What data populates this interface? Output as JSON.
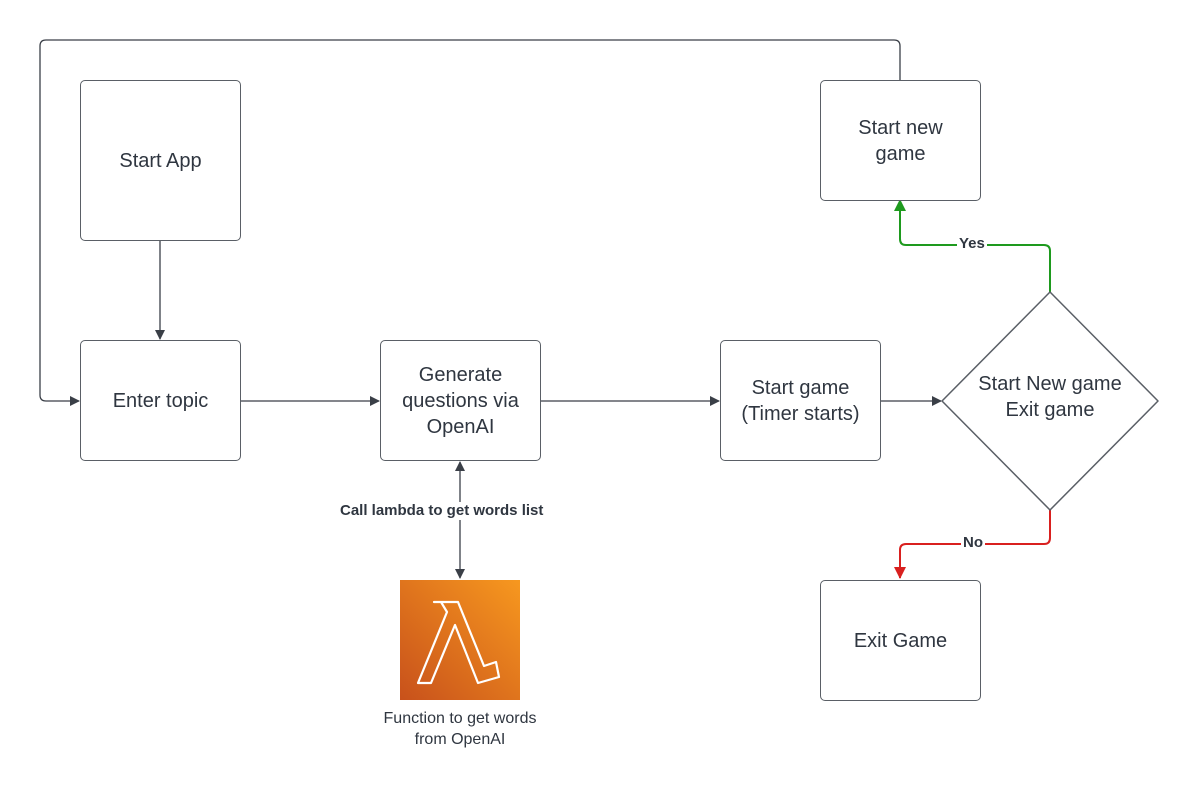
{
  "nodes": {
    "start_app": "Start App",
    "enter_topic": "Enter topic",
    "generate_questions": "Generate\nquestions via\nOpenAI",
    "start_game": "Start game\n(Timer starts)",
    "decision": "Start New game\nExit game",
    "start_new_game": "Start new\ngame",
    "exit_game": "Exit Game"
  },
  "edges": {
    "lambda_call": "Call lambda to get words list",
    "yes": "Yes",
    "no": "No"
  },
  "lambda": {
    "caption": "Function to get words\nfrom OpenAI",
    "icon": "aws-lambda-icon",
    "color_top": "#f7981f",
    "color_bottom": "#c8511b"
  },
  "colors": {
    "line": "#3a3f47",
    "yes": "#1e9a1e",
    "no": "#d9201f"
  }
}
